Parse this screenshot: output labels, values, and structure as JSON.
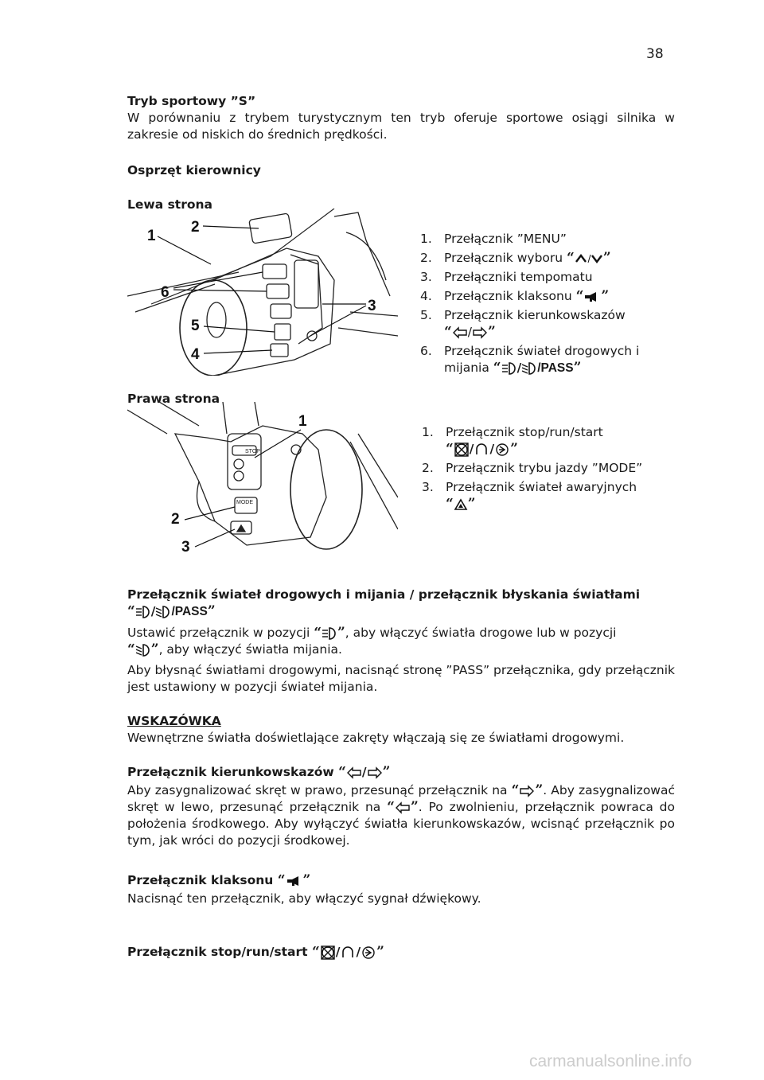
{
  "page_number": "38",
  "sections": {
    "sport_title": "Tryb sportowy ”S”",
    "sport_body": "W porównaniu z trybem turystycznym ten tryb oferuje sportowe osiągi silnika w zakresie od niskich do średnich prędkości.",
    "handlebar_title": "Osprzęt kierownicy",
    "left_title": "Lewa strona",
    "right_title": "Prawa strona"
  },
  "left_list": [
    {
      "n": "1.",
      "text": "Przełącznik ”MENU”"
    },
    {
      "n": "2.",
      "text": "Przełącznik wyboru"
    },
    {
      "n": "3.",
      "text": "Przełączniki tempomatu"
    },
    {
      "n": "4.",
      "text": "Przełącznik klaksonu"
    },
    {
      "n": "5.",
      "text": "Przełącznik kierunkowskazów"
    },
    {
      "n": "6.",
      "text": "Przełącznik świateł drogowych i mijania"
    }
  ],
  "right_list": [
    {
      "n": "1.",
      "text": "Przełącznik stop/run/start"
    },
    {
      "n": "2.",
      "text": "Przełącznik trybu jazdy ”MODE”"
    },
    {
      "n": "3.",
      "text": "Przełącznik świateł awaryjnych"
    }
  ],
  "left_figure_labels": [
    "1",
    "2",
    "3",
    "4",
    "5",
    "6"
  ],
  "right_figure_labels": [
    "1",
    "2",
    "3"
  ],
  "right_figure_texts": {
    "stop": "STOP",
    "mode": "MODE"
  },
  "pass_label": "PASS",
  "headlight": {
    "title": "Przełącznik świateł drogowych i mijania / przełącznik błyskania światłami",
    "body1_a": "Ustawić przełącznik w pozycji",
    "body1_b": ", aby włączyć światła drogowe lub w pozycji",
    "body1_c": ", aby włączyć światła mijania.",
    "body2": "Aby błysnąć światłami drogowymi, nacisnąć stronę ”PASS” przełącznika, gdy przełącznik jest ustawiony w pozycji świateł mijania."
  },
  "note": {
    "title": "WSKAZÓWKA",
    "body": "Wewnętrzne światła doświetlające zakręty włączają się ze światłami drogowymi."
  },
  "turn": {
    "title": "Przełącznik kierunkowskazów",
    "body_a": "Aby zasygnalizować skręt w prawo, przesunąć przełącznik na",
    "body_b": ". Aby zasygnalizować skręt w lewo, przesunąć przełącznik na",
    "body_c": ". Po zwolnieniu, przełącznik powraca do położenia środkowego. Aby wyłączyć światła kierunkowskazów, wcisnąć przełącznik po tym, jak wróci do pozycji środkowej."
  },
  "horn": {
    "title": "Przełącznik klaksonu",
    "body": "Nacisnąć ten przełącznik, aby włączyć sygnał dźwiękowy."
  },
  "stoprun": {
    "title": "Przełącznik stop/run/start"
  },
  "watermark": "carmanualsonline.info",
  "icons": [
    "up-chevron-icon",
    "down-chevron-icon",
    "horn-icon",
    "turn-left-icon",
    "turn-right-icon",
    "high-beam-icon",
    "low-beam-icon",
    "stop-icon",
    "run-icon",
    "start-icon",
    "hazard-icon"
  ]
}
